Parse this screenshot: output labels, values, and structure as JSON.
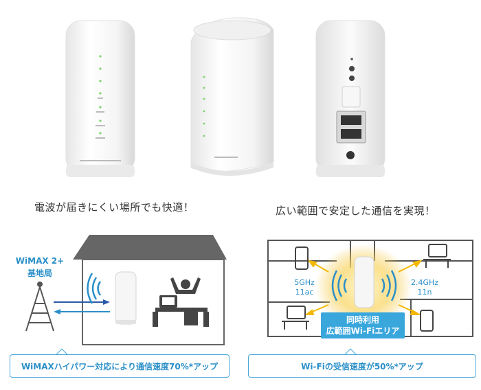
{
  "headlines": {
    "left": "電波が届きにくい場所でも快適！",
    "right": "広い範囲で安定した通信を実現！"
  },
  "base_station": {
    "title": "WiMAX 2+",
    "subtitle": "基地局"
  },
  "frequency": {
    "ghz5": "5GHz",
    "ghz5_std": "11ac",
    "ghz24": "2.4GHz",
    "ghz24_std": "11n"
  },
  "wifi_area": {
    "line1": "同時利用",
    "line2": "広範囲Wi-Fiエリア"
  },
  "callouts": {
    "left": "WiMAXハイパワー対応により通信速度70%*アップ",
    "right": "Wi-Fiの受信速度が50%*アップ"
  },
  "colors": {
    "accent": "#2a8fc8",
    "accent_fill": "#3aa7dc",
    "roof": "#666666",
    "glow": "#f5c542"
  },
  "icons": [
    "router-front-icon",
    "router-angled-icon",
    "router-back-icon",
    "antenna-tower-icon",
    "signal-waves-icon",
    "person-at-laptop-icon",
    "smartphone-icon",
    "desktop-computer-icon",
    "house-icon",
    "floor-plan-icon"
  ]
}
